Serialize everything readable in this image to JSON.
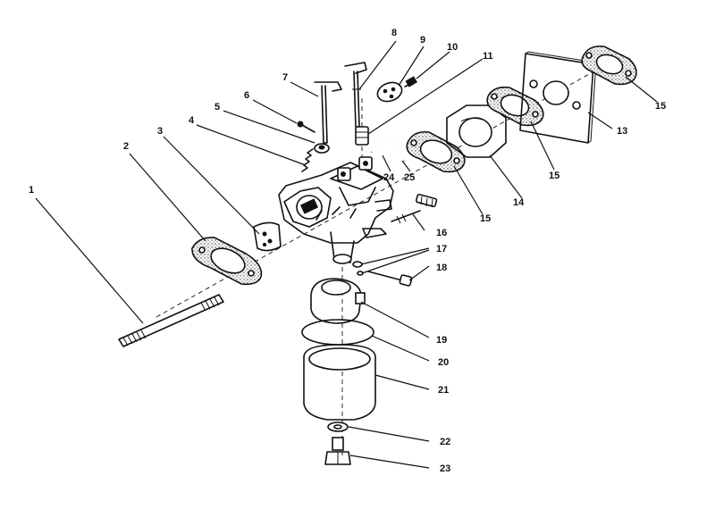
{
  "labels": {
    "p1": "1",
    "p2": "2",
    "p3": "3",
    "p4": "4",
    "p5": "5",
    "p6": "6",
    "p7": "7",
    "p8": "8",
    "p9": "9",
    "p10": "10",
    "p11": "11",
    "p13": "13",
    "p14": "14",
    "p15a": "15",
    "p15b": "15",
    "p15c": "15",
    "p16": "16",
    "p17": "17",
    "p18": "18",
    "p19": "19",
    "p20": "20",
    "p21": "21",
    "p22": "22",
    "p23": "23",
    "p24": "24",
    "p25": "25"
  }
}
